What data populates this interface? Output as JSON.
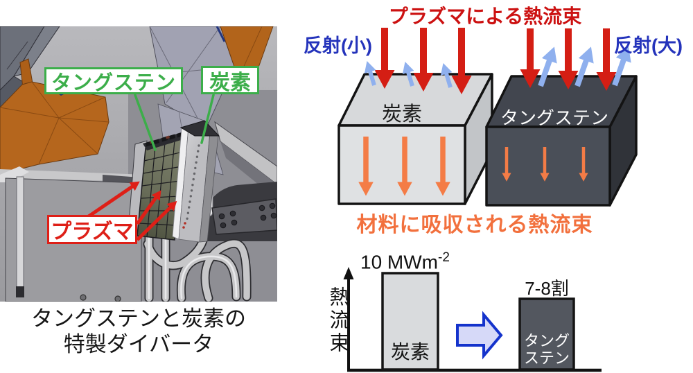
{
  "left_panel": {
    "label_tungsten": "タングステン",
    "label_carbon": "炭素",
    "label_plasma": "プラズマ",
    "caption_line1": "タングステンと炭素の",
    "caption_line2": "特製ダイバータ"
  },
  "diagram": {
    "title": "プラズマによる熱流束",
    "reflection_small": "反射(小)",
    "reflection_large": "反射(大)",
    "box_carbon_label": "炭素",
    "box_tungsten_label": "タングステン",
    "absorbed_caption": "材料に吸収される熱流束"
  },
  "chart_data": {
    "type": "bar",
    "title": "",
    "ylabel": "熱流束",
    "xlabel": "",
    "categories": [
      "炭素",
      "タングステン"
    ],
    "values": [
      10,
      7.5
    ],
    "value_labels": [
      "10 MWm⁻²",
      "7-8割"
    ],
    "annotation_unit_main": "10 MWm",
    "annotation_unit_sup": "-2",
    "tungsten_label_line1": "タング",
    "tungsten_label_line2": "ステン",
    "ylim": [
      0,
      11
    ],
    "grid": false,
    "legend": "none",
    "notes": "tungsten bar height is 7-8割 (70-80%) of the carbon 10 MWm-2 bar"
  },
  "colors": {
    "heading_red": "#cc1111",
    "reflection_blue": "#2433bb",
    "arrow_red": "#d41e14",
    "arrow_light_blue": "#8fb0ee",
    "arrow_orange": "#f47c46",
    "absorbed_orange": "#f2703d",
    "label_green": "#3cae4a",
    "label_red": "#de1f17",
    "carbon_box_fill": "#dfe1e3",
    "tungsten_box_fill": "#4a4f58",
    "carbon_bar_fill": "#d9dbdd",
    "tungsten_bar_fill": "#53575f",
    "block_arrow_fill": "#d6d9f8",
    "block_arrow_stroke": "#1433cc"
  }
}
